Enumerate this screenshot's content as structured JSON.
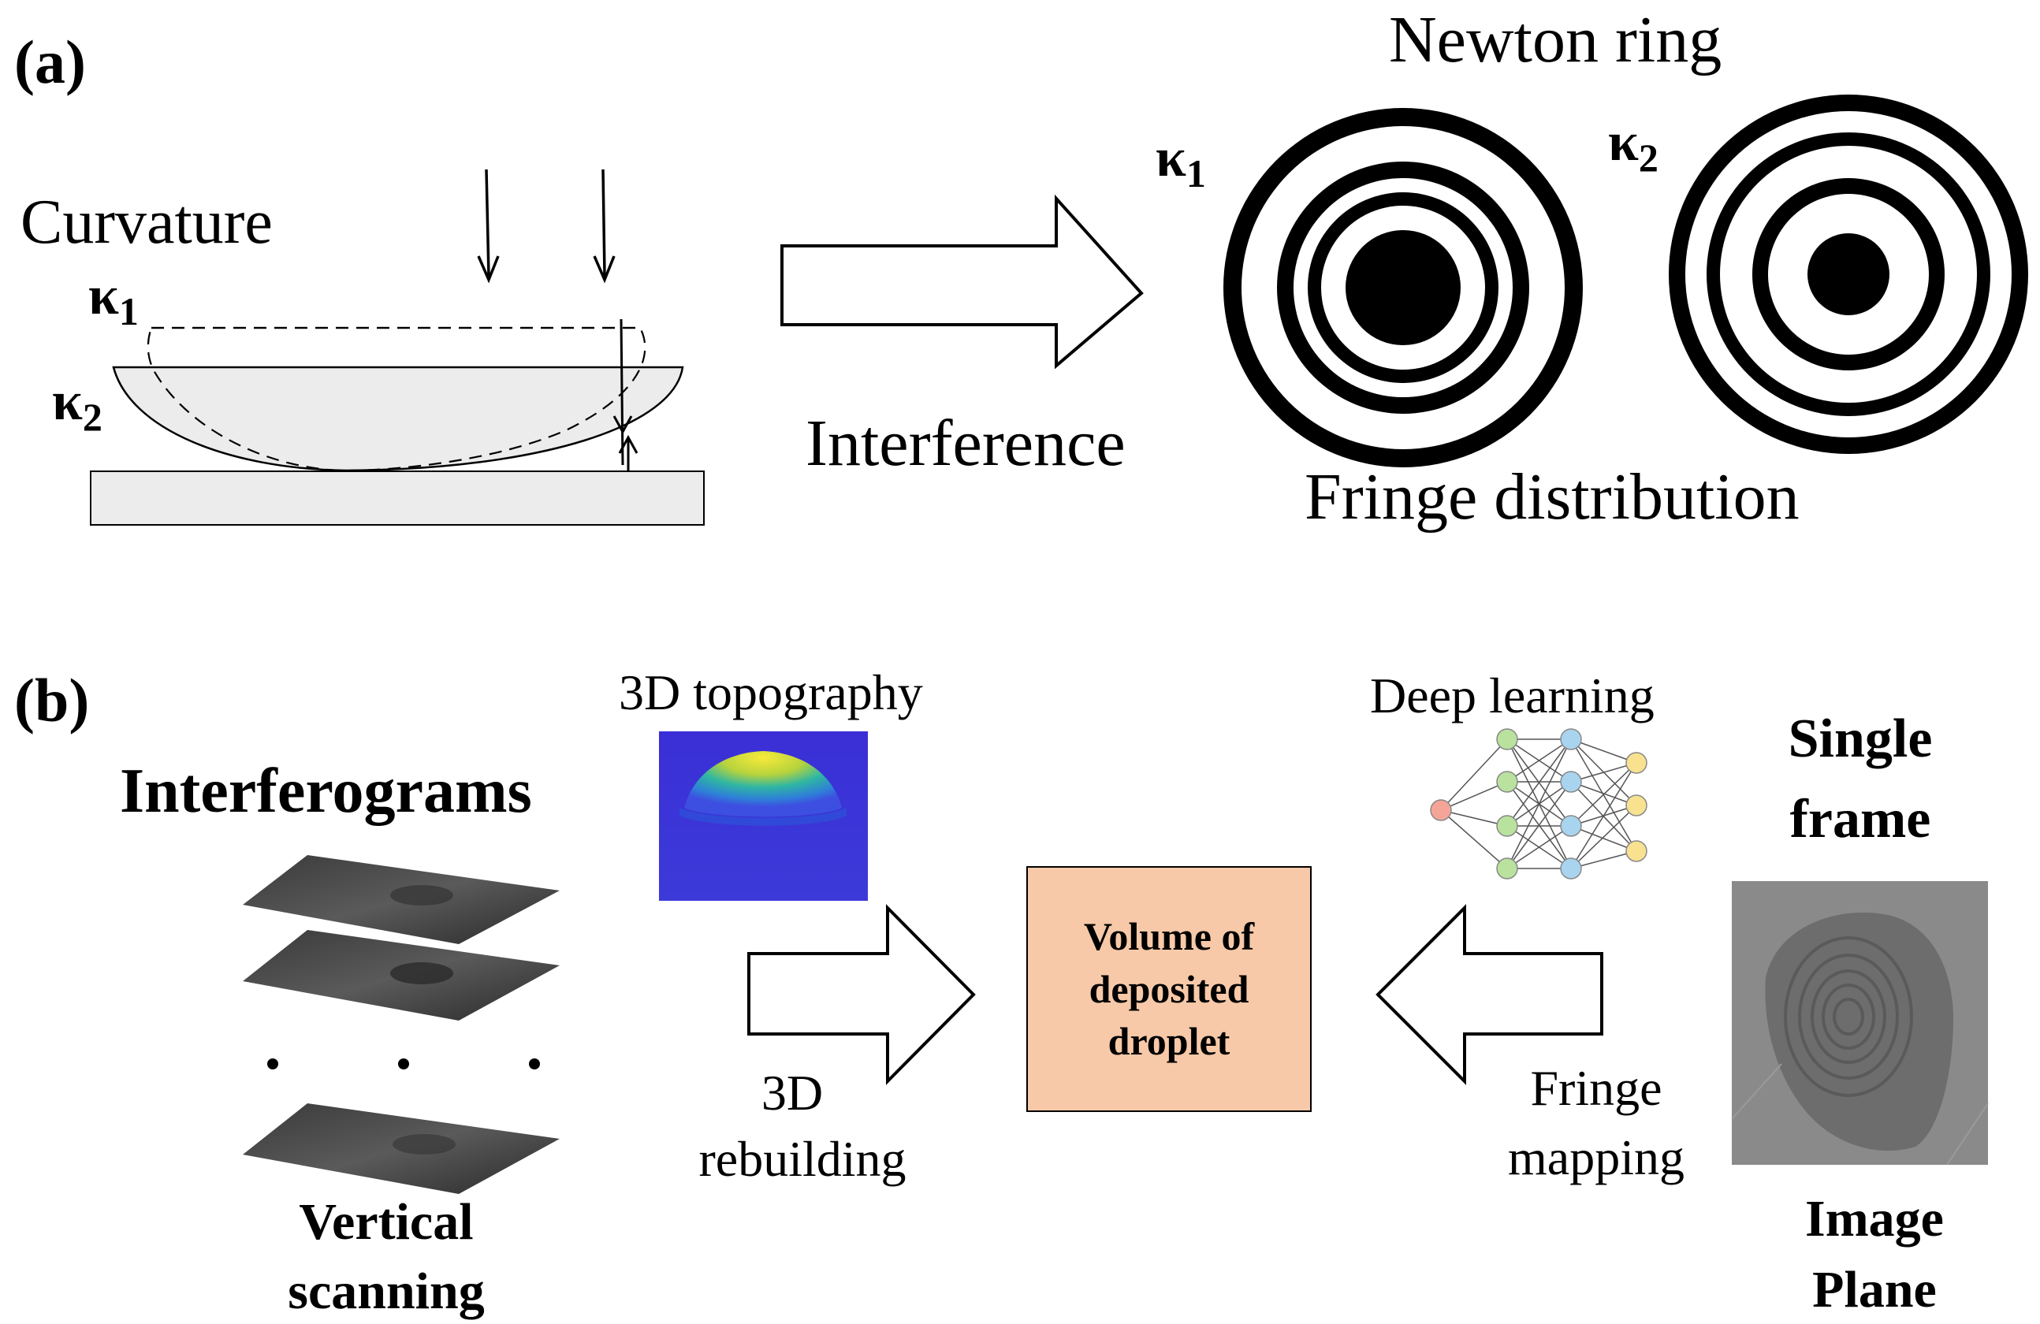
{
  "panel_a": {
    "tag": "(a)",
    "curvature_label": "Curvature",
    "kappa1": "κ",
    "kappa1_sub": "1",
    "kappa2": "κ",
    "kappa2_sub": "2",
    "interference_label": "Interference",
    "newton_ring_label": "Newton ring",
    "fringe_label": "Fringe distribution",
    "ring_kappa1": "κ",
    "ring_kappa1_sub": "1",
    "ring_kappa2": "κ",
    "ring_kappa2_sub": "2"
  },
  "panel_b": {
    "tag": "(b)",
    "interferograms_label": "Interferograms",
    "vertical_scanning_line1": "Vertical",
    "vertical_scanning_line2": "scanning",
    "topography_label": "3D topography",
    "rebuilding_line1": "3D",
    "rebuilding_line2": "rebuilding",
    "center_box_line1": "Volume of",
    "center_box_line2": "deposited",
    "center_box_line3": "droplet",
    "deep_learning_label": "Deep learning",
    "fringe_mapping_line1": "Fringe",
    "fringe_mapping_line2": "mapping",
    "single_frame_line1": "Single",
    "single_frame_line2": "frame",
    "image_plane_line1": "Image",
    "image_plane_line2": "Plane",
    "dots": "·   ·   ·"
  },
  "colors": {
    "center_box_fill": "#f7c9a8",
    "glass_fill": "#ececec",
    "dome_top": "#f6e63a",
    "dome_mid": "#27b3a3",
    "topo_bg": "#3b35d8",
    "nn_input": "#f5a598",
    "nn_hidden1": "#b9e29e",
    "nn_hidden2": "#a9d4ef",
    "nn_output": "#f8e290"
  }
}
